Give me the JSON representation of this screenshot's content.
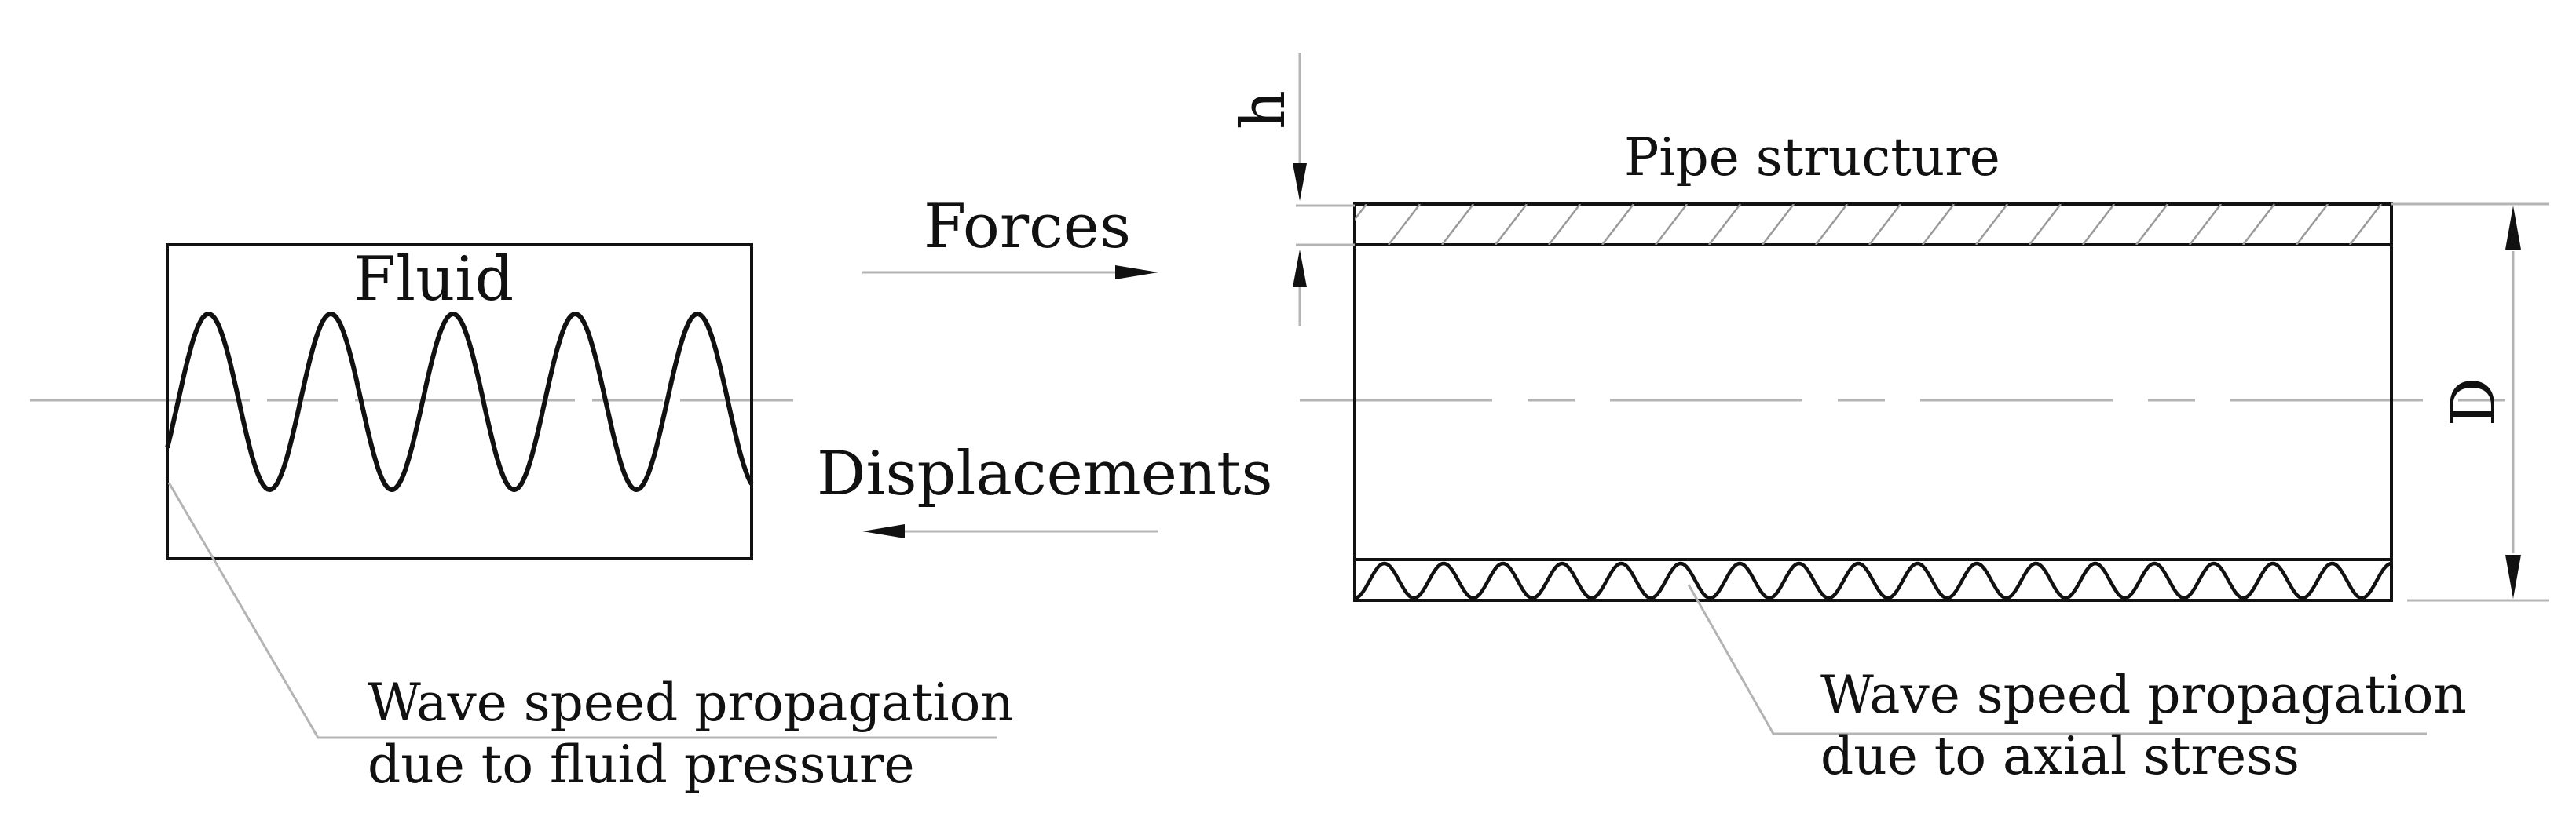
{
  "labels": {
    "fluid": "Fluid",
    "forces": "Forces",
    "displacements": "Displacements",
    "pipe_structure": "Pipe structure",
    "thickness": "h",
    "diameter": "D",
    "fluid_wave_line1": "Wave speed propagation",
    "fluid_wave_line2": "due to fluid pressure",
    "structure_wave_line1": "Wave speed propagation",
    "structure_wave_line2": "due to axial stress"
  }
}
